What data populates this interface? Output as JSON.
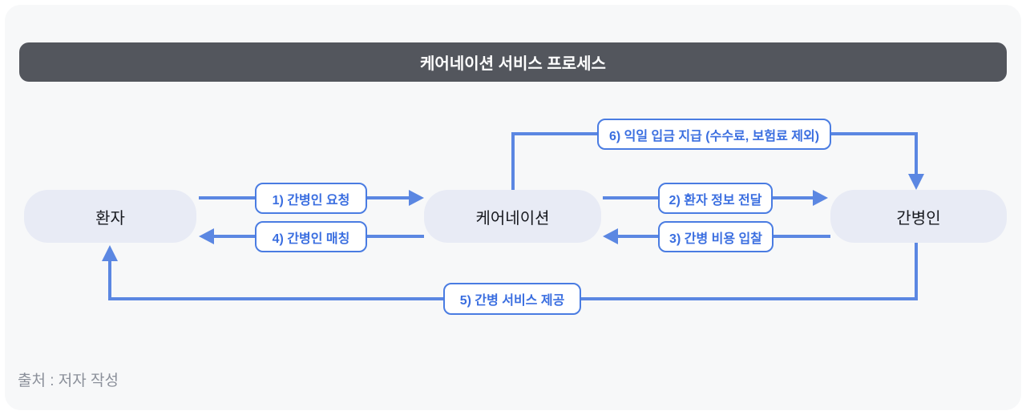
{
  "header": {
    "title": "케어네이션 서비스 프로세스"
  },
  "nodes": [
    {
      "id": "patient",
      "label": "환자"
    },
    {
      "id": "carenation",
      "label": "케어네이션"
    },
    {
      "id": "caregiver",
      "label": "간병인"
    }
  ],
  "flows": [
    {
      "step": 1,
      "label": "1) 간병인 요청",
      "from": "환자",
      "to": "케어네이션"
    },
    {
      "step": 2,
      "label": "2) 환자 정보 전달",
      "from": "케어네이션",
      "to": "간병인"
    },
    {
      "step": 3,
      "label": "3) 간병 비용 입찰",
      "from": "간병인",
      "to": "케어네이션"
    },
    {
      "step": 4,
      "label": "4) 간병인 매칭",
      "from": "케어네이션",
      "to": "환자"
    },
    {
      "step": 5,
      "label": "5) 간병 서비스 제공",
      "from": "간병인",
      "to": "환자"
    },
    {
      "step": 6,
      "label": "6) 익일 입금 지급 (수수료, 보험료 제외)",
      "from": "케어네이션",
      "to": "간병인"
    }
  ],
  "footer": {
    "source": "출처 : 저자 작성"
  },
  "colors": {
    "titlebar_bg": "#53565d",
    "titlebar_text": "#ffffff",
    "node_fill": "#e8ebf5",
    "node_text": "#17191f",
    "arrow_blue": "#5b87e2",
    "label_border_blue": "#4a7ce2",
    "label_text_blue": "#3a6ee0",
    "caption_gray": "#8b909a",
    "canvas_bg": "#f7f8f9"
  }
}
